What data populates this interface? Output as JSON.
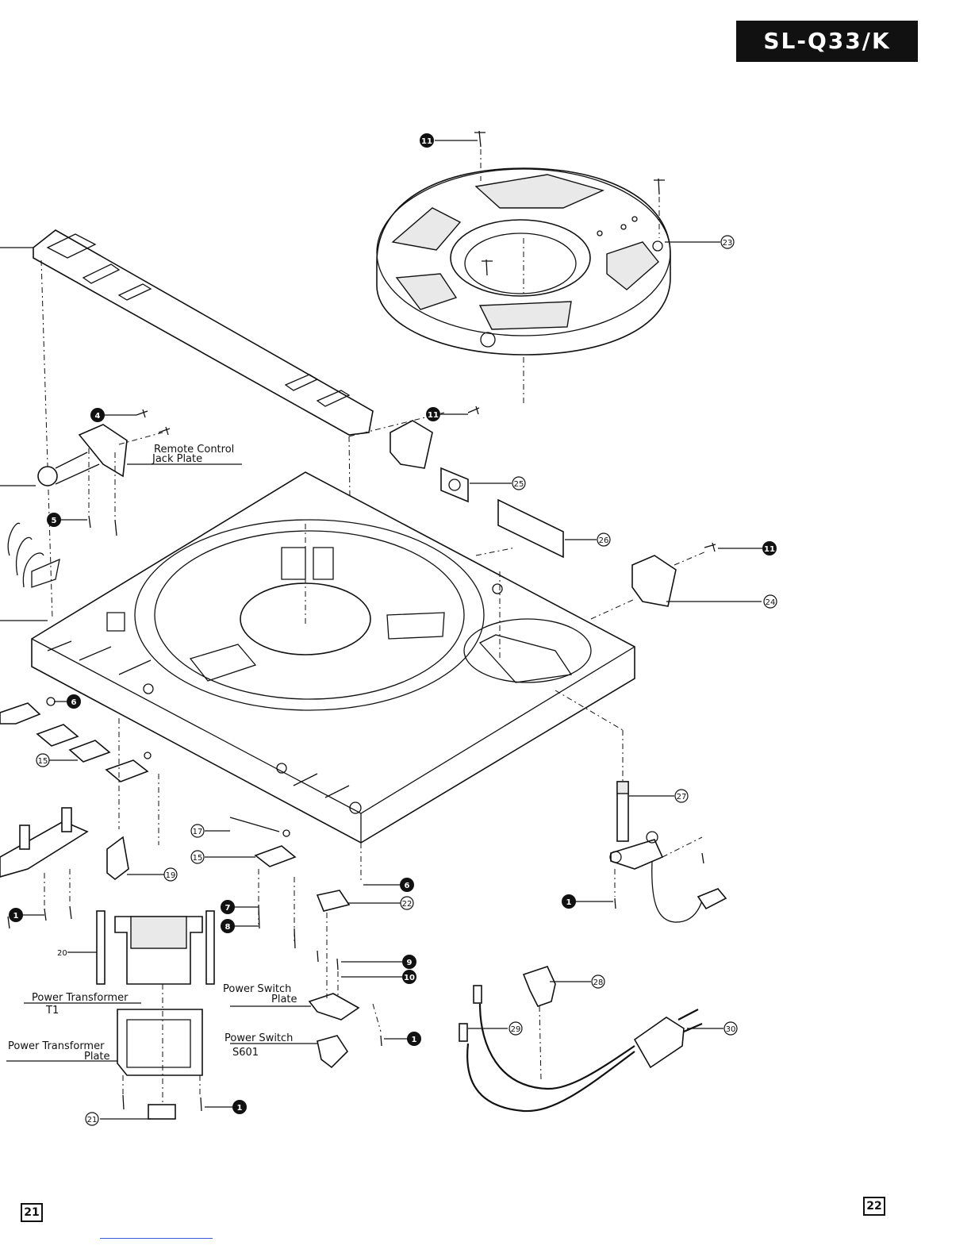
{
  "header": {
    "model": "SL-Q33/K"
  },
  "footer": {
    "page_left": "21",
    "page_right": "22"
  },
  "labels": {
    "remote_control_jack_plate": [
      "Remote Control",
      "Jack Plate"
    ],
    "power_transformer": [
      "Power Transformer",
      "T1"
    ],
    "power_transformer_plate": [
      "Power Transformer",
      "Plate"
    ],
    "power_switch_plate": [
      "Power Switch",
      "Plate"
    ],
    "power_switch": [
      "Power Switch",
      "S601"
    ]
  },
  "callouts": {
    "c11a": "11",
    "c23a": "23",
    "c4": "4",
    "c11b": "11",
    "c25": "25",
    "c26": "26",
    "c11c": "11",
    "c24": "24",
    "c5": "5",
    "c6a": "6",
    "c15a": "15",
    "c17": "17",
    "c15b": "15",
    "c19": "19",
    "c27": "27",
    "c6b": "6",
    "c22": "22",
    "c7": "7",
    "c8": "8",
    "c1a": "1",
    "c1b": "1",
    "c9": "9",
    "c10": "10",
    "c1c": "1",
    "c28": "28",
    "c29": "29",
    "c30": "30",
    "c20": "20",
    "c21": "21",
    "c1d": "1"
  }
}
